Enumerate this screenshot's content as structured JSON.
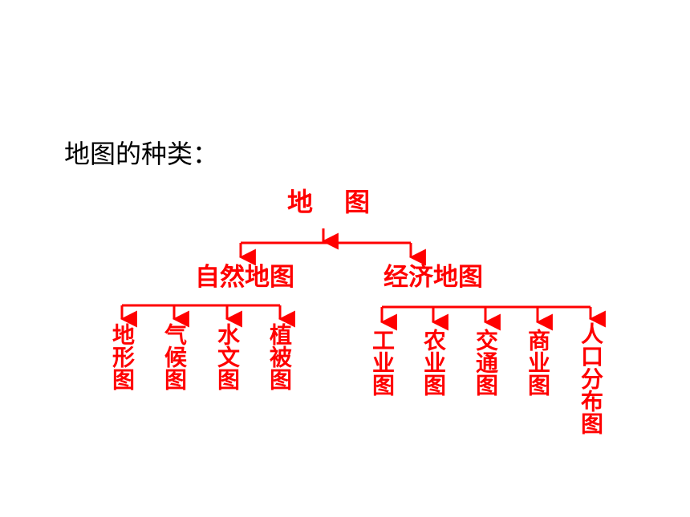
{
  "heading": "地图的种类：",
  "colors": {
    "accent": "#ff0000",
    "text": "#000000"
  },
  "diagram": {
    "root": "地 图",
    "branches": [
      {
        "label": "自然地图",
        "leaves": [
          "地形图",
          "气候图",
          "水文图",
          "植被图"
        ]
      },
      {
        "label": "经济地图",
        "leaves": [
          "工业图",
          "农业图",
          "交通图",
          "商业图",
          "人口分布图"
        ]
      }
    ]
  }
}
